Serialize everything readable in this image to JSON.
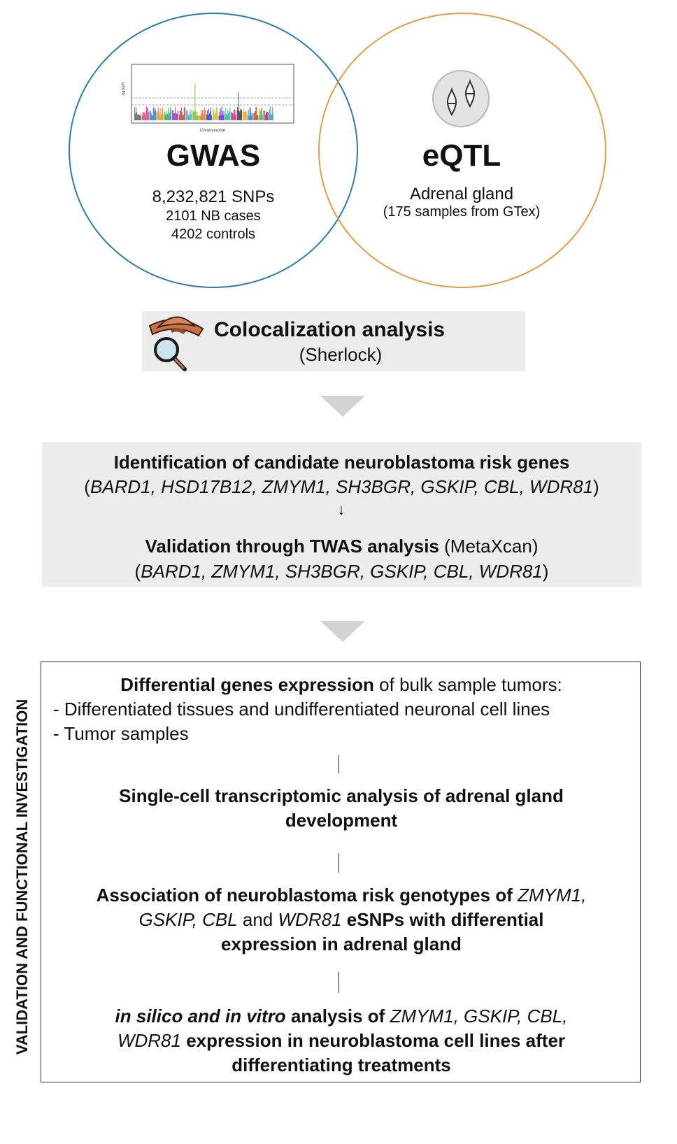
{
  "gwas": {
    "title": "GWAS",
    "snps": "8,232,821 SNPs",
    "cases": "2101 NB cases",
    "controls": "4202 controls",
    "plot_ylabel": "-log10(P)",
    "plot_xlabel": "Chromosome",
    "ring_color": "#2e7aa8"
  },
  "eqtl": {
    "title": "eQTL",
    "tissue": "Adrenal gland",
    "samples": "(175 samples from GTex)",
    "ring_color": "#e39a4a"
  },
  "coloc": {
    "title": "Colocalization analysis",
    "subtitle": "(Sherlock)"
  },
  "candidates": {
    "title": "Identification of candidate neuroblastoma risk genes",
    "open": "(",
    "genes": "BARD1, HSD17B12, ZMYM1, SH3BGR, GSKIP, CBL, WDR81",
    "close": ")",
    "arrow": "↓"
  },
  "twas": {
    "title": "Validation through TWAS analysis",
    "method": "(MetaXcan)",
    "open": "(",
    "genes": "BARD1, ZMYM1, SH3BGR, GSKIP, CBL, WDR81",
    "close": ")"
  },
  "validation": {
    "side_label": "VALIDATION AND FUNCTIONAL INVESTIGATION",
    "step1": {
      "bold": "Differential genes expression",
      "rest": "of bulk sample tumors:",
      "bullet1": "- Differentiated tissues and undifferentiated neuronal cell lines",
      "bullet2": "- Tumor samples"
    },
    "step2": {
      "line1": "Single-cell transcriptomic analysis of adrenal gland",
      "line2": "development"
    },
    "step3": {
      "b1": "Association of neuroblastoma risk genotypes of",
      "g1": "ZMYM1,",
      "g2": "GSKIP,",
      "g3": "CBL",
      "and": "and",
      "g4": "WDR81",
      "b2": "eSNPs with differential",
      "line3": "expression in adrenal gland"
    },
    "step4": {
      "bi": "in silico and in vitro",
      "b1": "analysis of",
      "g1": "ZMYM1,",
      "g2": "GSKIP,",
      "g3": "CBL,",
      "g4": "WDR81",
      "b2": "expression in neuroblastoma cell lines after",
      "line3": "differentiating treatments"
    }
  }
}
